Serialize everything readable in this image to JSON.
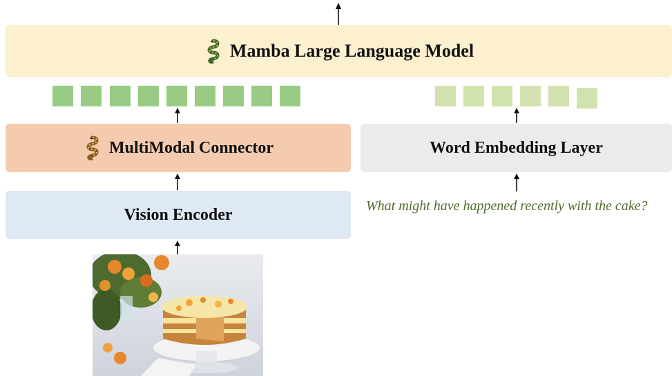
{
  "llm": {
    "label": "Mamba Large Language Model"
  },
  "connector": {
    "label": "MultiModal Connector"
  },
  "word_embedding": {
    "label": "Word Embedding Layer"
  },
  "vision_encoder": {
    "label": "Vision Encoder"
  },
  "question": {
    "text": "What might have happened recently with the cake?"
  },
  "visual_token_count": 9,
  "text_token_count": 6,
  "colors": {
    "llm_box": "#fdf0cf",
    "connector_box": "#f4cbae",
    "word_embedding_box": "#ebebeb",
    "vision_box": "#dfe8f5",
    "visual_token": "#98cc84",
    "text_token": "#d2e2ae",
    "question_text": "#4f6b2e"
  },
  "icons": [
    "snake-icon",
    "arrow-up-icon"
  ]
}
